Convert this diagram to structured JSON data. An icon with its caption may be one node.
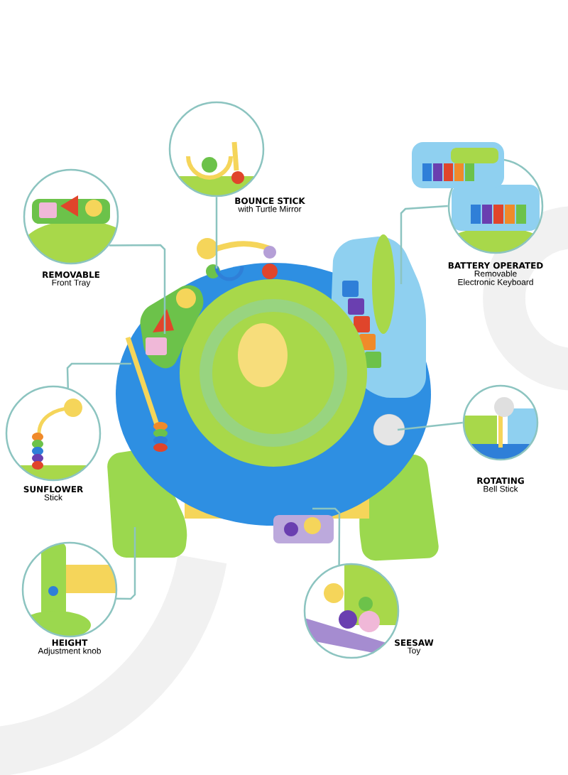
{
  "diagram": {
    "nodes": [
      {
        "text": [
          "BOUNCE STICK",
          "with Turtle Mirror"
        ]
      },
      {
        "text": [
          "REMOVABLE",
          "Front Tray"
        ]
      },
      {
        "text": [
          "BATTERY OPERATED",
          "Removable Electronic Keyboard"
        ]
      },
      {
        "text": [
          "SUNFLOWER",
          "Stick"
        ]
      },
      {
        "text": [
          "ROTATING",
          "Bell Stick"
        ]
      },
      {
        "text": [
          "HEIGHT",
          "Adjustment knob"
        ]
      },
      {
        "text": [
          "SEESAW",
          "Toy"
        ]
      },
      {
        "text": [],
        "shape": "picture"
      }
    ],
    "edges": [
      {
        "from": 0,
        "to": 7,
        "arrow": "none"
      },
      {
        "from": 1,
        "to": 7,
        "arrow": "none"
      },
      {
        "from": 2,
        "to": 7,
        "arrow": "none"
      },
      {
        "from": 3,
        "to": 7,
        "arrow": "none"
      },
      {
        "from": 4,
        "to": 7,
        "arrow": "none"
      },
      {
        "from": 5,
        "to": 7,
        "arrow": "none"
      },
      {
        "from": 6,
        "to": 7,
        "arrow": "none"
      }
    ]
  }
}
